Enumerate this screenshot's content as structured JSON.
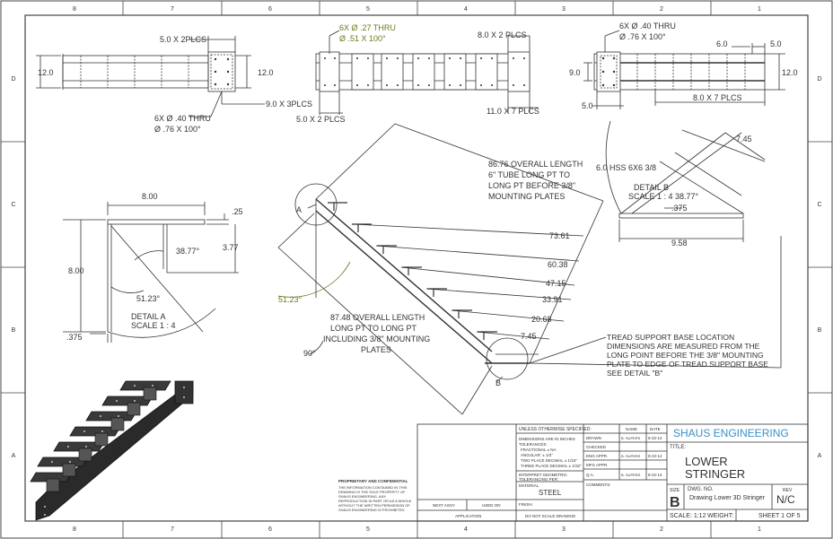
{
  "border": {
    "columns_top": [
      "8",
      "7",
      "6",
      "5",
      "4",
      "3",
      "2",
      "1"
    ],
    "columns_bottom": [
      "8",
      "7",
      "6",
      "5",
      "4",
      "3",
      "2",
      "1"
    ],
    "rows": [
      "D",
      "C",
      "B",
      "A"
    ]
  },
  "top_views": {
    "left": {
      "width": "12.0",
      "width_right": "12.0",
      "spacing_a": "5.0 X 2PLCS",
      "spacing_b": "9.0 X 3PLCS",
      "hole_note_1": "6X Ø .40 THRU",
      "hole_note_2": "Ø .76 X 100°"
    },
    "middle": {
      "hole_note_1": "6X Ø .27 THRU",
      "hole_note_2": "Ø .51 X 100°",
      "spacing_a": "8.0 X 2 PLCS",
      "spacing_b": "5.0 X 2 PLCS",
      "spacing_c": "11.0 X 7 PLCS"
    },
    "right": {
      "hole_note_1": "6X Ø .40 THRU",
      "hole_note_2": "Ø .76 X 100°",
      "dim_a": "6.0",
      "dim_b": "5.0",
      "dim_c": "9.0",
      "dim_d": "12.0",
      "dim_e": "5.0",
      "spacing": "8.0 X 7 PLCS"
    }
  },
  "detail_a": {
    "width": "8.00",
    "plate": ".25",
    "angle": "38.77°",
    "rise": "3.77",
    "height": "8.00",
    "base_angle": "51.23°",
    "offset": ".375",
    "label_1": "DETAIL A",
    "label_2": "SCALE 1 : 4"
  },
  "main_view": {
    "overall_1": "86.76 OVERALL LENGTH",
    "overall_2": "6\" TUBE LONG PT TO",
    "overall_3": "LONG PT BEFORE 3/8\"",
    "overall_4": "MOUNTING PLATES",
    "d1": "73.61",
    "d2": "60.38",
    "d3": "47.15",
    "d4": "33.91",
    "d5": "20.68",
    "d6": "7.45",
    "angle": "51.23°",
    "bottom_angle": "90°",
    "incl_1": "87.48 OVERALL LENGTH",
    "incl_2": "LONG PT TO LONG PT",
    "incl_3": "INCLUDING 3/8\" MOUNTING",
    "incl_4": "PLATES",
    "callout_a": "A",
    "callout_b": "B"
  },
  "detail_b": {
    "tube": "6.0 HSS 6X6 3/8",
    "label_1": "DETAIL B",
    "label_2": "SCALE 1 : 4",
    "angle": "38.77°",
    "dim_top": "7.45",
    "dim_plate": ".375",
    "dim_base": "9.58"
  },
  "note": {
    "line1": "TREAD SUPPORT BASE LOCATION",
    "line2": "DIMENSIONS ARE MEASURED FROM THE",
    "line3": "LONG POINT BEFORE THE 3/8\" MOUNTING",
    "line4": "PLATE TO EDGE OF TREAD SUPPORT BASE",
    "line5": "SEE DETAIL \"B\""
  },
  "title_block": {
    "unless": "UNLESS OTHERWISE SPECIFIED:",
    "dims_in": "DIMENSIONS ARE IN INCHES",
    "tolerances": "TOLERANCES:",
    "fractional": "FRACTIONAL ± NA",
    "angular": "ANGULAR: ± 1/2°",
    "two_place": "TWO PLACE DECIMAL  ± 1/16\"",
    "three_place": "THREE PLACE DECIMAL ± 1/32\"",
    "interpret_1": "INTERPRET GEOMETRIC",
    "interpret_2": "TOLERANCING PER:",
    "material_label": "MATERIAL",
    "material": "STEEL",
    "finish": "FINISH",
    "next_assy": "NEXT ASSY",
    "used_on": "USED ON",
    "application": "APPLICATION",
    "do_not_scale": "DO NOT SCALE DRAWING",
    "name_hdr": "NAME",
    "date_hdr": "DATE",
    "drawn": "DRAWN",
    "checked": "CHECKED",
    "eng_appr": "ENG APPR.",
    "mfg_appr": "MFG APPR.",
    "qa": "Q.A.",
    "comments": "COMMENTS:",
    "drawn_name": "B. SUPERS",
    "drawn_date": "8-22-14",
    "eng_name": "B. SUPERS",
    "eng_date": "8-22-14",
    "qa_name": "B. SUPERS",
    "qa_date": "8-22-14",
    "company": "SHAUS ENGINEERING",
    "title_label": "TITLE:",
    "title_1": "LOWER",
    "title_2": "STRINGER",
    "size_label": "SIZE",
    "size": "B",
    "dwg_label": "DWG.  NO.",
    "dwg_no": "Drawing Lower 3D Stringer",
    "rev_label": "REV",
    "rev": "N/C",
    "scale": "SCALE: 1:12",
    "weight": "WEIGHT:",
    "sheet": "SHEET 1 OF 5",
    "prop_title": "PROPRIETARY AND CONFIDENTIAL",
    "prop_1": "THE INFORMATION CONTAINED IN THIS",
    "prop_2": "DRAWING IS THE SOLE PROPERTY OF",
    "prop_3": "SHAUS ENGINEERING.  ANY",
    "prop_4": "REPRODUCTION IN PART OR AS A WHOLE",
    "prop_5": "WITHOUT THE WRITTEN PERMISSION OF",
    "prop_6": "SHAUS ENGINEERING IS PROHIBITED."
  },
  "colors": {
    "line": "#333333",
    "annotation_olive": "#6b7a1e",
    "company_blue": "#3a8fc7",
    "iso_dark": "#2a2a2a"
  }
}
